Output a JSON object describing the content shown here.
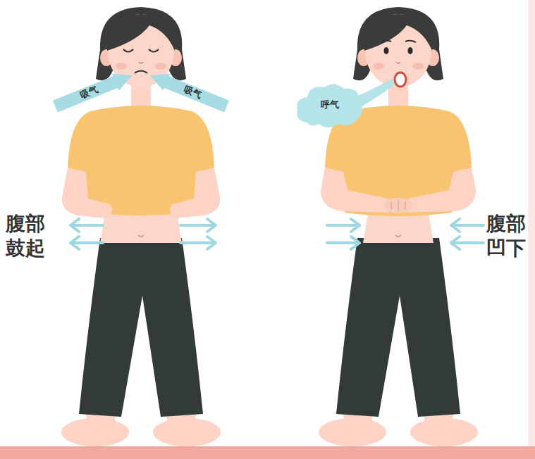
{
  "diagram": {
    "nodes": [
      {
        "text": [
          "吸气"
        ]
      },
      {
        "text": [
          "吸气"
        ]
      },
      {
        "text": [
          "呼气"
        ]
      }
    ],
    "labels": [
      "腹部 鼓起",
      "腹部 凹下"
    ]
  }
}
